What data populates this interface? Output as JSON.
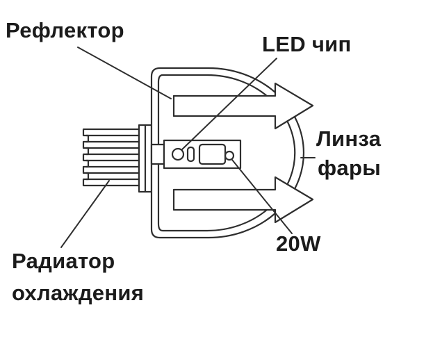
{
  "labels": {
    "reflector": "Рефлектор",
    "led_chip": "LED чип",
    "lens_line1": "Линза",
    "lens_line2": "фары",
    "power": "20W",
    "radiator_line1": "Радиатор",
    "radiator_line2": "охлаждения"
  },
  "icons": {
    "light_beam_upper": "right-block-arrow",
    "light_beam_lower": "right-block-arrow"
  },
  "colors": {
    "line": "#2e2e2e",
    "text": "#1b1b1b",
    "background": "#ffffff"
  }
}
